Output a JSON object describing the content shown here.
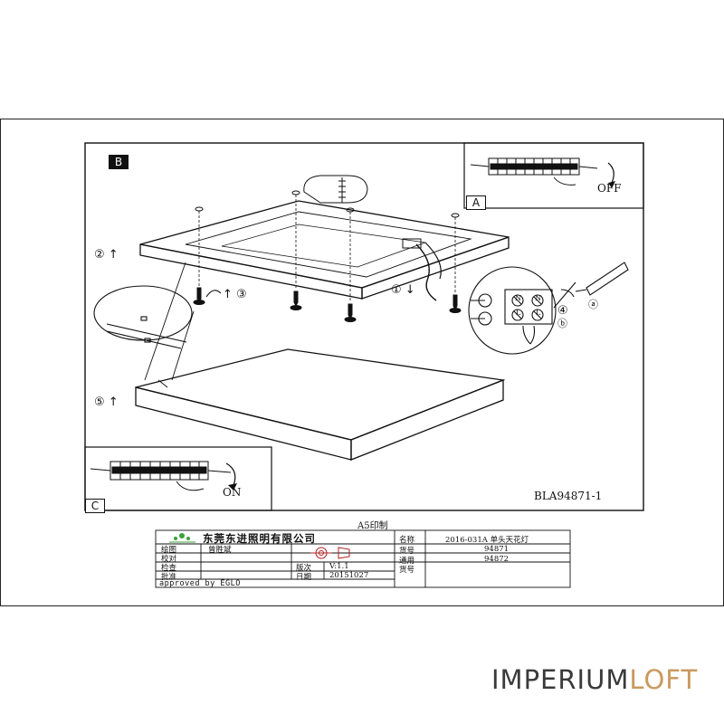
{
  "document": {
    "code": "BLA94871-1",
    "print_note": "A5印制",
    "labels": {
      "b": "B",
      "a": "A",
      "c": "C"
    },
    "off_text": "OFF",
    "on_text": "ON",
    "steps": {
      "s1": "① ↓",
      "s2": "② ↑",
      "s3": "↑ ③",
      "s4": "④",
      "s5": "⑤ ↑",
      "a": "ⓐ",
      "b": "ⓑ"
    },
    "terminal": {
      "n1": "N",
      "n2": "N",
      "l1": "L",
      "l2": "L"
    }
  },
  "title_block": {
    "company": "东莞东进照明有限公司",
    "name_label": "名称",
    "name_value": "2016-031A  单头天花灯",
    "drawn_label": "绘图",
    "drawn_value": "曾胜斌",
    "check_label": "校对",
    "inspect_label": "检查",
    "approve_label": "批准",
    "version_label": "版次",
    "version_value": "V:1.1",
    "date_label": "日期",
    "date_value": "20151027",
    "item_label": "货号",
    "item_value": "94871",
    "general_label": "通用",
    "general_label_2": "货号",
    "general_value": "94872",
    "approved": "approved by EGLO"
  },
  "watermark": {
    "part1": "IMPERIUM",
    "part2": "LOFT"
  },
  "colors": {
    "line": "#111111",
    "watermark_gray": "#3a3a3a",
    "watermark_gold": "#c99a5e",
    "logo_green": "#3aa23a"
  }
}
